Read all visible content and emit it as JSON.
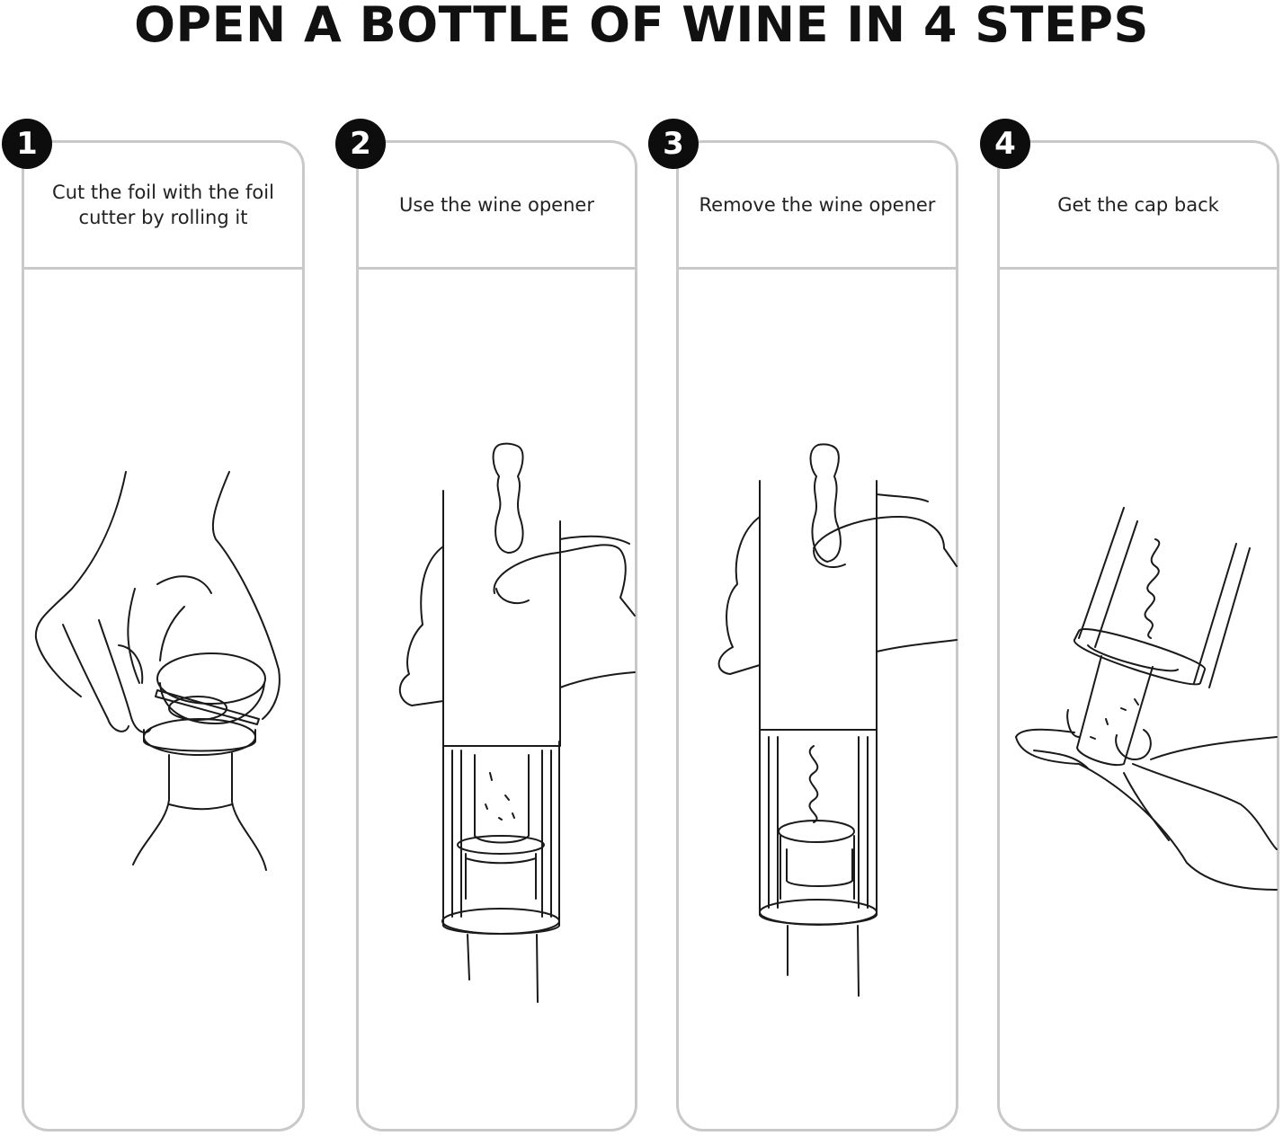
{
  "title": "OPEN A BOTTLE OF WINE IN 4 STEPS",
  "steps": [
    {
      "number": "1",
      "caption": "Cut the foil with the foil cutter by rolling it"
    },
    {
      "number": "2",
      "caption": "Use the wine opener"
    },
    {
      "number": "3",
      "caption": "Remove the wine opener"
    },
    {
      "number": "4",
      "caption": "Get the cap back"
    }
  ],
  "colors": {
    "panel_border": "#c9c9c9",
    "badge": "#0d0d0d",
    "ink": "#1a1a1a"
  }
}
